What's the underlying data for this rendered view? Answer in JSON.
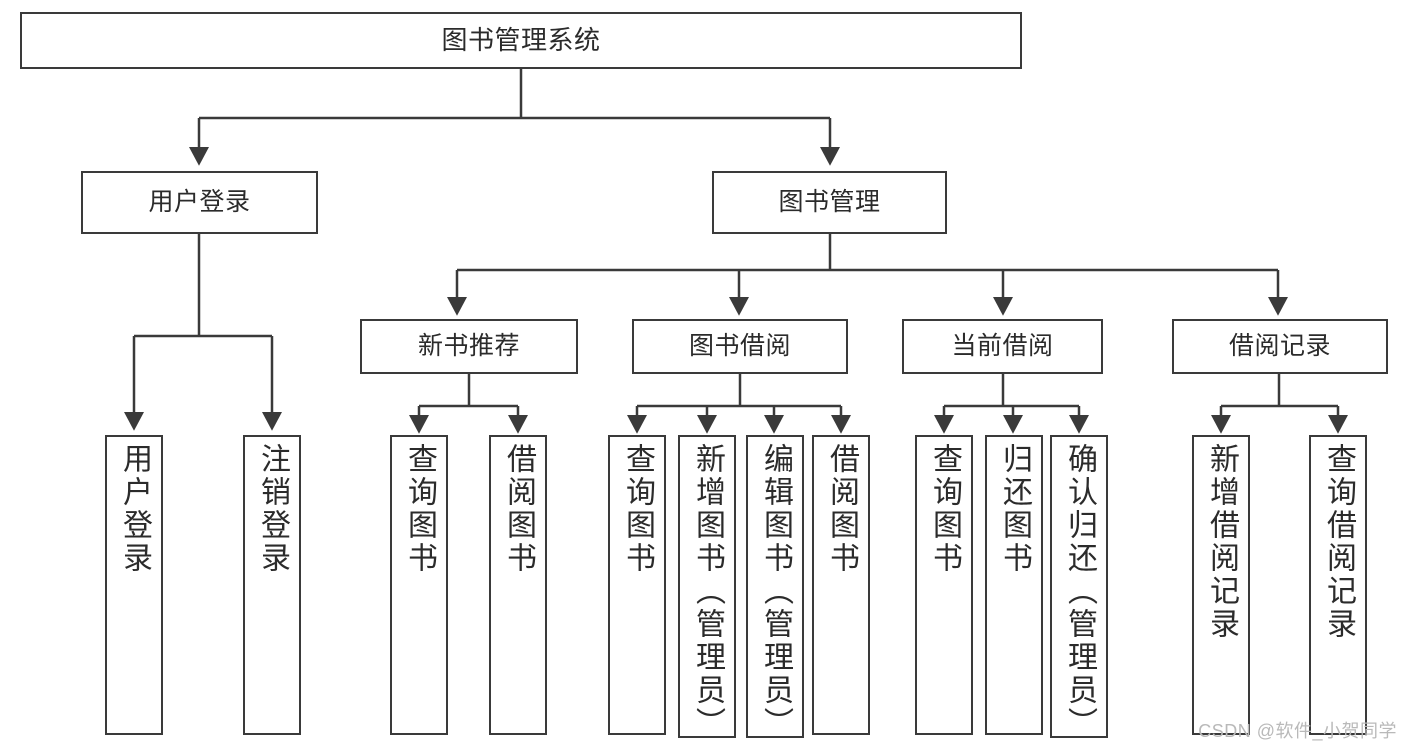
{
  "diagram": {
    "title": "图书管理系统",
    "watermark": "CSDN @软件_小贺同学",
    "colors": {
      "stroke": "#3a3a3a",
      "fill": "#ffffff",
      "text": "#2b2b2b",
      "watermark": "#b9b9b9"
    },
    "root": {
      "label": "图书管理系统"
    },
    "level2": [
      {
        "label": "用户登录"
      },
      {
        "label": "图书管理"
      }
    ],
    "level3": [
      {
        "label": "新书推荐"
      },
      {
        "label": "图书借阅"
      },
      {
        "label": "当前借阅"
      },
      {
        "label": "借阅记录"
      }
    ],
    "leaves": {
      "user_login": [
        {
          "label": "用户登录"
        },
        {
          "label": "注销登录"
        }
      ],
      "new_book": [
        {
          "label": "查询图书"
        },
        {
          "label": "借阅图书"
        }
      ],
      "book_borrow": [
        {
          "label": "查询图书"
        },
        {
          "label": "新增图书（管理员）"
        },
        {
          "label": "编辑图书（管理员）"
        },
        {
          "label": "借阅图书"
        }
      ],
      "current_borrow": [
        {
          "label": "查询图书"
        },
        {
          "label": "归还图书"
        },
        {
          "label": "确认归还（管理员）"
        }
      ],
      "borrow_record": [
        {
          "label": "新增借阅记录"
        },
        {
          "label": "查询借阅记录"
        }
      ]
    }
  }
}
